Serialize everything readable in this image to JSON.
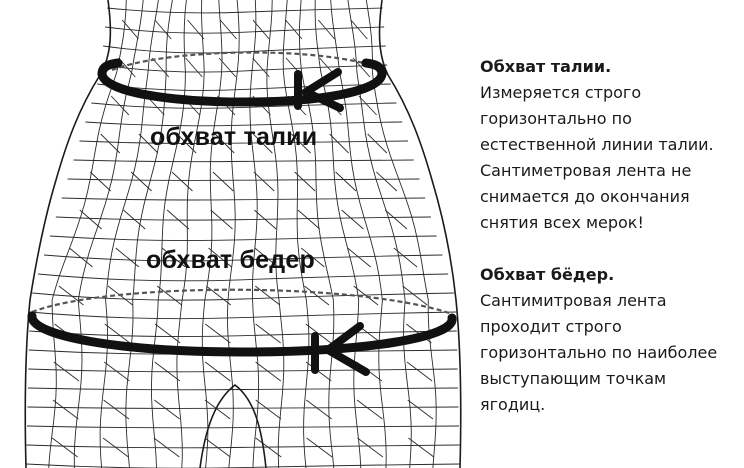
{
  "figure": {
    "waist_label": "обхват талии",
    "hips_label": "обхват бедер"
  },
  "notes": [
    {
      "title": "Обхват талии.",
      "body": "Измеряется строго\nгоризонтально по\nестественной линии талии.\nСантиметровая лента не\nснимается до окончания\nснятия всех мерок!"
    },
    {
      "title": "Обхват бёдер.",
      "body": "Сантимитровая лента\nпроходит строго\nгоризонтально по наиболее\nвыступающим точкам\nягодиц."
    }
  ]
}
